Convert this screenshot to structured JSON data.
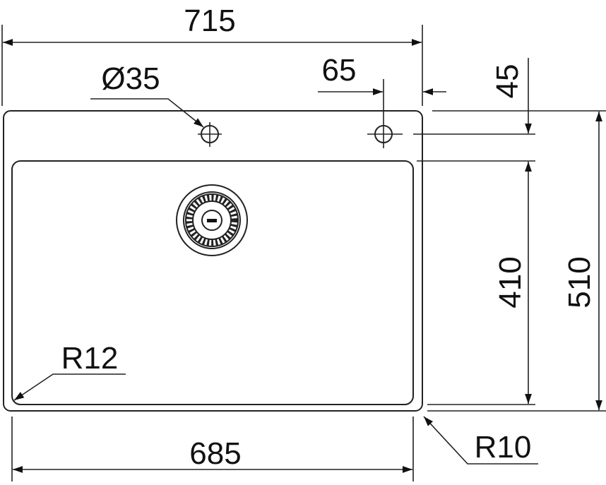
{
  "drawing": {
    "labels": {
      "overall_width": "715",
      "bowl_width": "685",
      "tap_hole_diameter": "Ø35",
      "tap_hole_offset": "65",
      "tap_hole_depth": "45",
      "bowl_depth": "410",
      "overall_depth": "510",
      "bowl_radius": "R12",
      "corner_radius": "R10"
    },
    "line_color": "#222222"
  }
}
